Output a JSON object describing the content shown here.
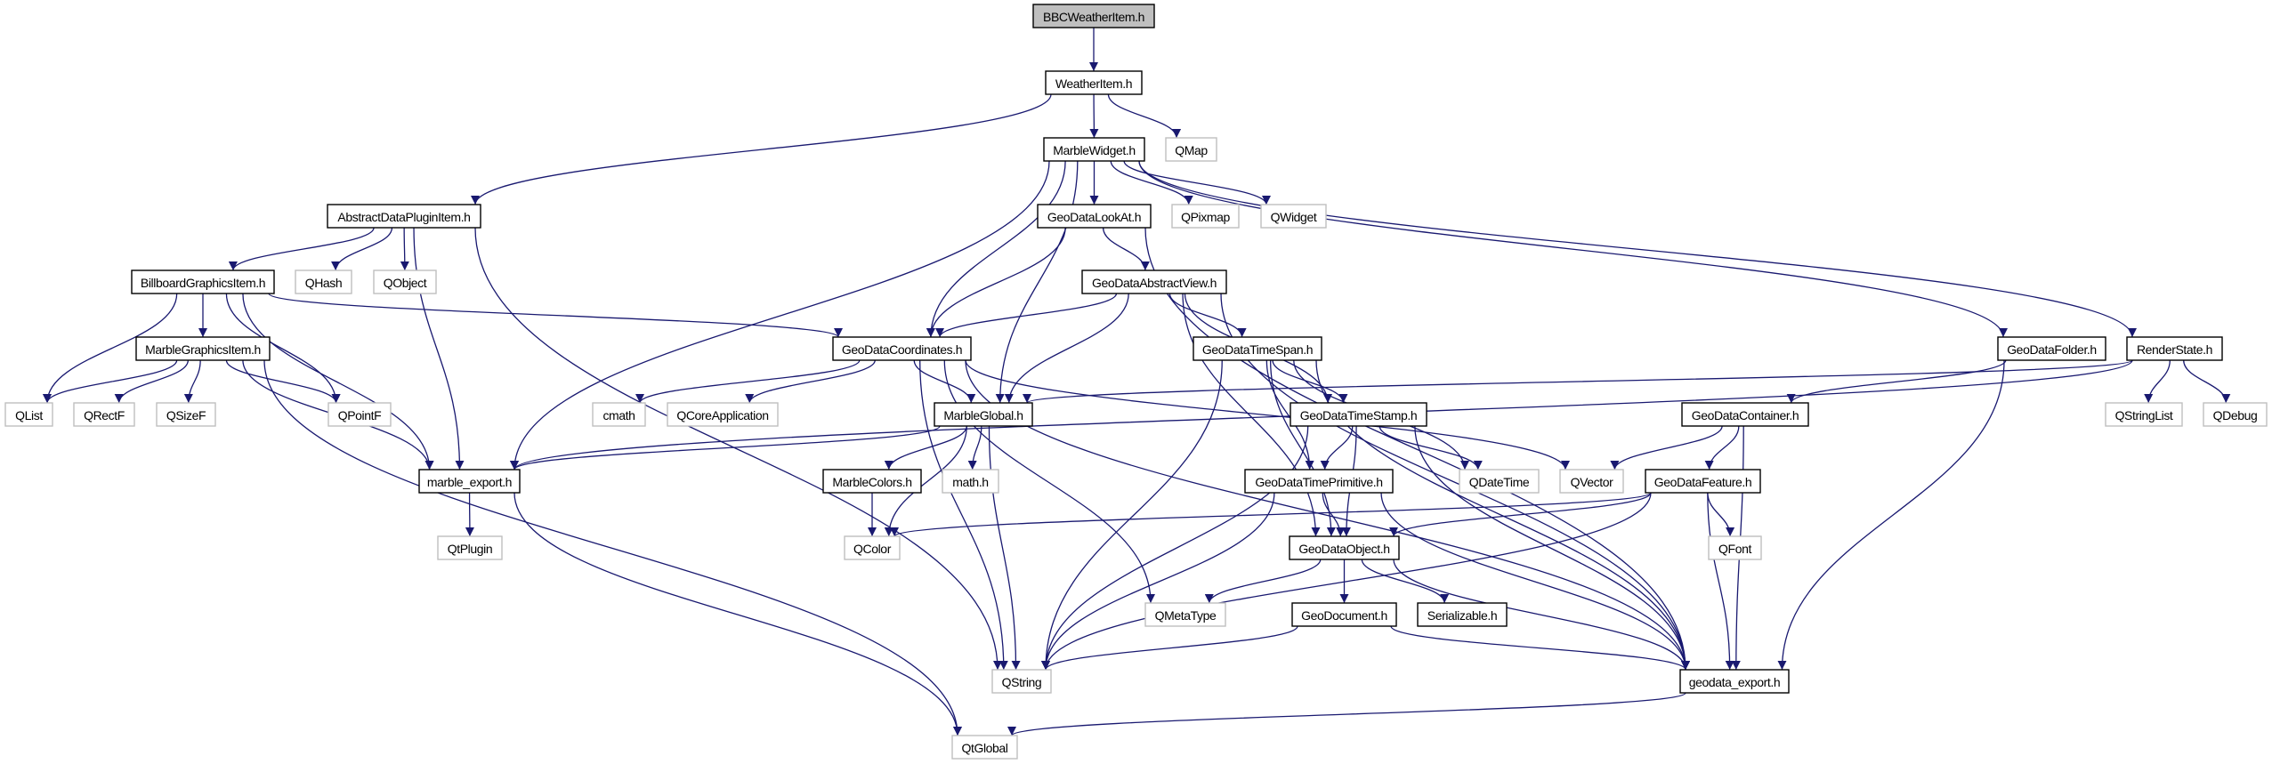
{
  "colors": {
    "edge": "#191970",
    "node_border": "#000000",
    "external_border": "#bfbfbf",
    "root_fill": "#bfbfbf"
  },
  "nodes": [
    {
      "id": "BBCWeatherItem",
      "label": "BBCWeatherItem.h",
      "kind": "root"
    },
    {
      "id": "WeatherItem",
      "label": "WeatherItem.h",
      "kind": "documented"
    },
    {
      "id": "QMap",
      "label": "QMap",
      "kind": "external"
    },
    {
      "id": "MarbleWidget",
      "label": "MarbleWidget.h",
      "kind": "documented"
    },
    {
      "id": "AbstractDataPluginItem",
      "label": "AbstractDataPluginItem.h",
      "kind": "documented"
    },
    {
      "id": "GeoDataLookAt",
      "label": "GeoDataLookAt.h",
      "kind": "documented"
    },
    {
      "id": "QPixmap",
      "label": "QPixmap",
      "kind": "external"
    },
    {
      "id": "QWidget",
      "label": "QWidget",
      "kind": "external"
    },
    {
      "id": "BillboardGraphicsItem",
      "label": "BillboardGraphicsItem.h",
      "kind": "documented"
    },
    {
      "id": "QHash",
      "label": "QHash",
      "kind": "external"
    },
    {
      "id": "QObject",
      "label": "QObject",
      "kind": "external"
    },
    {
      "id": "GeoDataAbstractView",
      "label": "GeoDataAbstractView.h",
      "kind": "documented"
    },
    {
      "id": "MarbleGraphicsItem",
      "label": "MarbleGraphicsItem.h",
      "kind": "documented"
    },
    {
      "id": "GeoDataCoordinates",
      "label": "GeoDataCoordinates.h",
      "kind": "documented"
    },
    {
      "id": "GeoDataTimeSpan",
      "label": "GeoDataTimeSpan.h",
      "kind": "documented"
    },
    {
      "id": "GeoDataFolder",
      "label": "GeoDataFolder.h",
      "kind": "documented"
    },
    {
      "id": "RenderState",
      "label": "RenderState.h",
      "kind": "documented"
    },
    {
      "id": "QList",
      "label": "QList",
      "kind": "external"
    },
    {
      "id": "QRectF",
      "label": "QRectF",
      "kind": "external"
    },
    {
      "id": "QSizeF",
      "label": "QSizeF",
      "kind": "external"
    },
    {
      "id": "QPointF",
      "label": "QPointF",
      "kind": "external"
    },
    {
      "id": "cmath",
      "label": "cmath",
      "kind": "external"
    },
    {
      "id": "QCoreApplication",
      "label": "QCoreApplication",
      "kind": "external"
    },
    {
      "id": "MarbleGlobal",
      "label": "MarbleGlobal.h",
      "kind": "documented"
    },
    {
      "id": "GeoDataTimeStamp",
      "label": "GeoDataTimeStamp.h",
      "kind": "documented"
    },
    {
      "id": "GeoDataContainer",
      "label": "GeoDataContainer.h",
      "kind": "documented"
    },
    {
      "id": "QStringList",
      "label": "QStringList",
      "kind": "external"
    },
    {
      "id": "QDebug",
      "label": "QDebug",
      "kind": "external"
    },
    {
      "id": "marble_export",
      "label": "marble_export.h",
      "kind": "documented"
    },
    {
      "id": "MarbleColors",
      "label": "MarbleColors.h",
      "kind": "documented"
    },
    {
      "id": "math",
      "label": "math.h",
      "kind": "external"
    },
    {
      "id": "GeoDataTimePrimitive",
      "label": "GeoDataTimePrimitive.h",
      "kind": "documented"
    },
    {
      "id": "QDateTime",
      "label": "QDateTime",
      "kind": "external"
    },
    {
      "id": "QVector",
      "label": "QVector",
      "kind": "external"
    },
    {
      "id": "GeoDataFeature",
      "label": "GeoDataFeature.h",
      "kind": "documented"
    },
    {
      "id": "QtPlugin",
      "label": "QtPlugin",
      "kind": "external"
    },
    {
      "id": "QColor",
      "label": "QColor",
      "kind": "external"
    },
    {
      "id": "GeoDataObject",
      "label": "GeoDataObject.h",
      "kind": "documented"
    },
    {
      "id": "QFont",
      "label": "QFont",
      "kind": "external"
    },
    {
      "id": "QMetaType",
      "label": "QMetaType",
      "kind": "external"
    },
    {
      "id": "GeoDocument",
      "label": "GeoDocument.h",
      "kind": "documented"
    },
    {
      "id": "Serializable",
      "label": "Serializable.h",
      "kind": "documented"
    },
    {
      "id": "QString",
      "label": "QString",
      "kind": "external"
    },
    {
      "id": "geodata_export",
      "label": "geodata_export.h",
      "kind": "documented"
    },
    {
      "id": "QtGlobal",
      "label": "QtGlobal",
      "kind": "external"
    }
  ],
  "edges": [
    [
      "BBCWeatherItem",
      "WeatherItem"
    ],
    [
      "WeatherItem",
      "AbstractDataPluginItem"
    ],
    [
      "WeatherItem",
      "MarbleWidget"
    ],
    [
      "WeatherItem",
      "QMap"
    ],
    [
      "MarbleWidget",
      "marble_export"
    ],
    [
      "MarbleWidget",
      "GeoDataCoordinates"
    ],
    [
      "MarbleWidget",
      "MarbleGlobal"
    ],
    [
      "MarbleWidget",
      "GeoDataLookAt"
    ],
    [
      "MarbleWidget",
      "QPixmap"
    ],
    [
      "MarbleWidget",
      "QWidget"
    ],
    [
      "MarbleWidget",
      "GeoDataFolder"
    ],
    [
      "MarbleWidget",
      "RenderState"
    ],
    [
      "AbstractDataPluginItem",
      "BillboardGraphicsItem"
    ],
    [
      "AbstractDataPluginItem",
      "QHash"
    ],
    [
      "AbstractDataPluginItem",
      "QObject"
    ],
    [
      "AbstractDataPluginItem",
      "marble_export"
    ],
    [
      "AbstractDataPluginItem",
      "QString"
    ],
    [
      "BillboardGraphicsItem",
      "MarbleGraphicsItem"
    ],
    [
      "BillboardGraphicsItem",
      "QList"
    ],
    [
      "BillboardGraphicsItem",
      "QPointF"
    ],
    [
      "BillboardGraphicsItem",
      "marble_export"
    ],
    [
      "BillboardGraphicsItem",
      "GeoDataCoordinates"
    ],
    [
      "MarbleGraphicsItem",
      "QList"
    ],
    [
      "MarbleGraphicsItem",
      "QRectF"
    ],
    [
      "MarbleGraphicsItem",
      "QSizeF"
    ],
    [
      "MarbleGraphicsItem",
      "QPointF"
    ],
    [
      "MarbleGraphicsItem",
      "marble_export"
    ],
    [
      "MarbleGraphicsItem",
      "QtGlobal"
    ],
    [
      "GeoDataLookAt",
      "GeoDataAbstractView"
    ],
    [
      "GeoDataLookAt",
      "GeoDataCoordinates"
    ],
    [
      "GeoDataLookAt",
      "geodata_export"
    ],
    [
      "GeoDataAbstractView",
      "GeoDataCoordinates"
    ],
    [
      "GeoDataAbstractView",
      "MarbleGlobal"
    ],
    [
      "GeoDataAbstractView",
      "GeoDataObject"
    ],
    [
      "GeoDataAbstractView",
      "GeoDataTimeSpan"
    ],
    [
      "GeoDataAbstractView",
      "GeoDataTimeStamp"
    ],
    [
      "GeoDataAbstractView",
      "geodata_export"
    ],
    [
      "GeoDataCoordinates",
      "cmath"
    ],
    [
      "GeoDataCoordinates",
      "QCoreApplication"
    ],
    [
      "GeoDataCoordinates",
      "MarbleGlobal"
    ],
    [
      "GeoDataCoordinates",
      "QString"
    ],
    [
      "GeoDataCoordinates",
      "QMetaType"
    ],
    [
      "GeoDataCoordinates",
      "QVector"
    ],
    [
      "GeoDataCoordinates",
      "geodata_export"
    ],
    [
      "MarbleGlobal",
      "marble_export"
    ],
    [
      "MarbleGlobal",
      "MarbleColors"
    ],
    [
      "MarbleGlobal",
      "math"
    ],
    [
      "MarbleGlobal",
      "QColor"
    ],
    [
      "MarbleGlobal",
      "QString"
    ],
    [
      "MarbleColors",
      "QColor"
    ],
    [
      "GeoDataTimeSpan",
      "GeoDataTimeStamp"
    ],
    [
      "GeoDataTimeSpan",
      "GeoDataTimePrimitive"
    ],
    [
      "GeoDataTimeSpan",
      "QDateTime"
    ],
    [
      "GeoDataTimeSpan",
      "GeoDataObject"
    ],
    [
      "GeoDataTimeSpan",
      "QString"
    ],
    [
      "GeoDataTimeSpan",
      "geodata_export"
    ],
    [
      "GeoDataTimeStamp",
      "GeoDataTimePrimitive"
    ],
    [
      "GeoDataTimeStamp",
      "QDateTime"
    ],
    [
      "GeoDataTimeStamp",
      "GeoDataObject"
    ],
    [
      "GeoDataTimeStamp",
      "QString"
    ],
    [
      "GeoDataTimeStamp",
      "geodata_export"
    ],
    [
      "GeoDataTimePrimitive",
      "GeoDataObject"
    ],
    [
      "GeoDataTimePrimitive",
      "QString"
    ],
    [
      "GeoDataTimePrimitive",
      "geodata_export"
    ],
    [
      "GeoDataObject",
      "QMetaType"
    ],
    [
      "GeoDataObject",
      "GeoDocument"
    ],
    [
      "GeoDataObject",
      "Serializable"
    ],
    [
      "GeoDataObject",
      "geodata_export"
    ],
    [
      "GeoDocument",
      "QString"
    ],
    [
      "GeoDocument",
      "geodata_export"
    ],
    [
      "GeoDataFolder",
      "GeoDataContainer"
    ],
    [
      "GeoDataFolder",
      "geodata_export"
    ],
    [
      "GeoDataContainer",
      "QVector"
    ],
    [
      "GeoDataContainer",
      "GeoDataFeature"
    ],
    [
      "GeoDataContainer",
      "geodata_export"
    ],
    [
      "GeoDataFeature",
      "QColor"
    ],
    [
      "GeoDataFeature",
      "GeoDataObject"
    ],
    [
      "GeoDataFeature",
      "QFont"
    ],
    [
      "GeoDataFeature",
      "QString"
    ],
    [
      "GeoDataFeature",
      "geodata_export"
    ],
    [
      "RenderState",
      "marble_export"
    ],
    [
      "RenderState",
      "MarbleGlobal"
    ],
    [
      "RenderState",
      "QStringList"
    ],
    [
      "RenderState",
      "QDebug"
    ],
    [
      "marble_export",
      "QtPlugin"
    ],
    [
      "marble_export",
      "QtGlobal"
    ],
    [
      "geodata_export",
      "QtGlobal"
    ]
  ]
}
